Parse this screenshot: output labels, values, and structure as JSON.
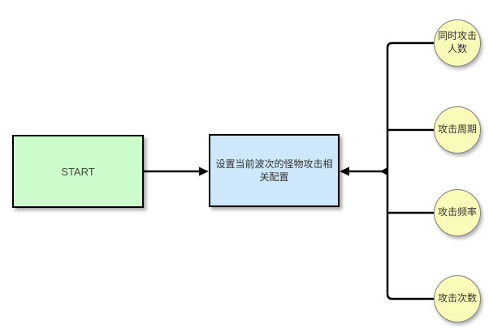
{
  "diagram": {
    "title": "monster-attack-config-flowchart",
    "start_node": {
      "label": "START",
      "fill": "#CCFCCC"
    },
    "config_node": {
      "label": "设置当前波次的怪物攻击相关配置",
      "fill": "#CDE7FB"
    },
    "attribute_nodes": [
      {
        "label": "同时攻击人数"
      },
      {
        "label": "攻击周期"
      },
      {
        "label": "攻击频率"
      },
      {
        "label": "攻击次数"
      }
    ],
    "attribute_fill": "#FAFAB9",
    "colors": {
      "background": "#FFFFFF",
      "node_border": "#000000",
      "circle_border": "#7F7F7F",
      "connector_line": "#000000",
      "start_text": "#4A4A4A",
      "node_text": "#333333"
    }
  }
}
